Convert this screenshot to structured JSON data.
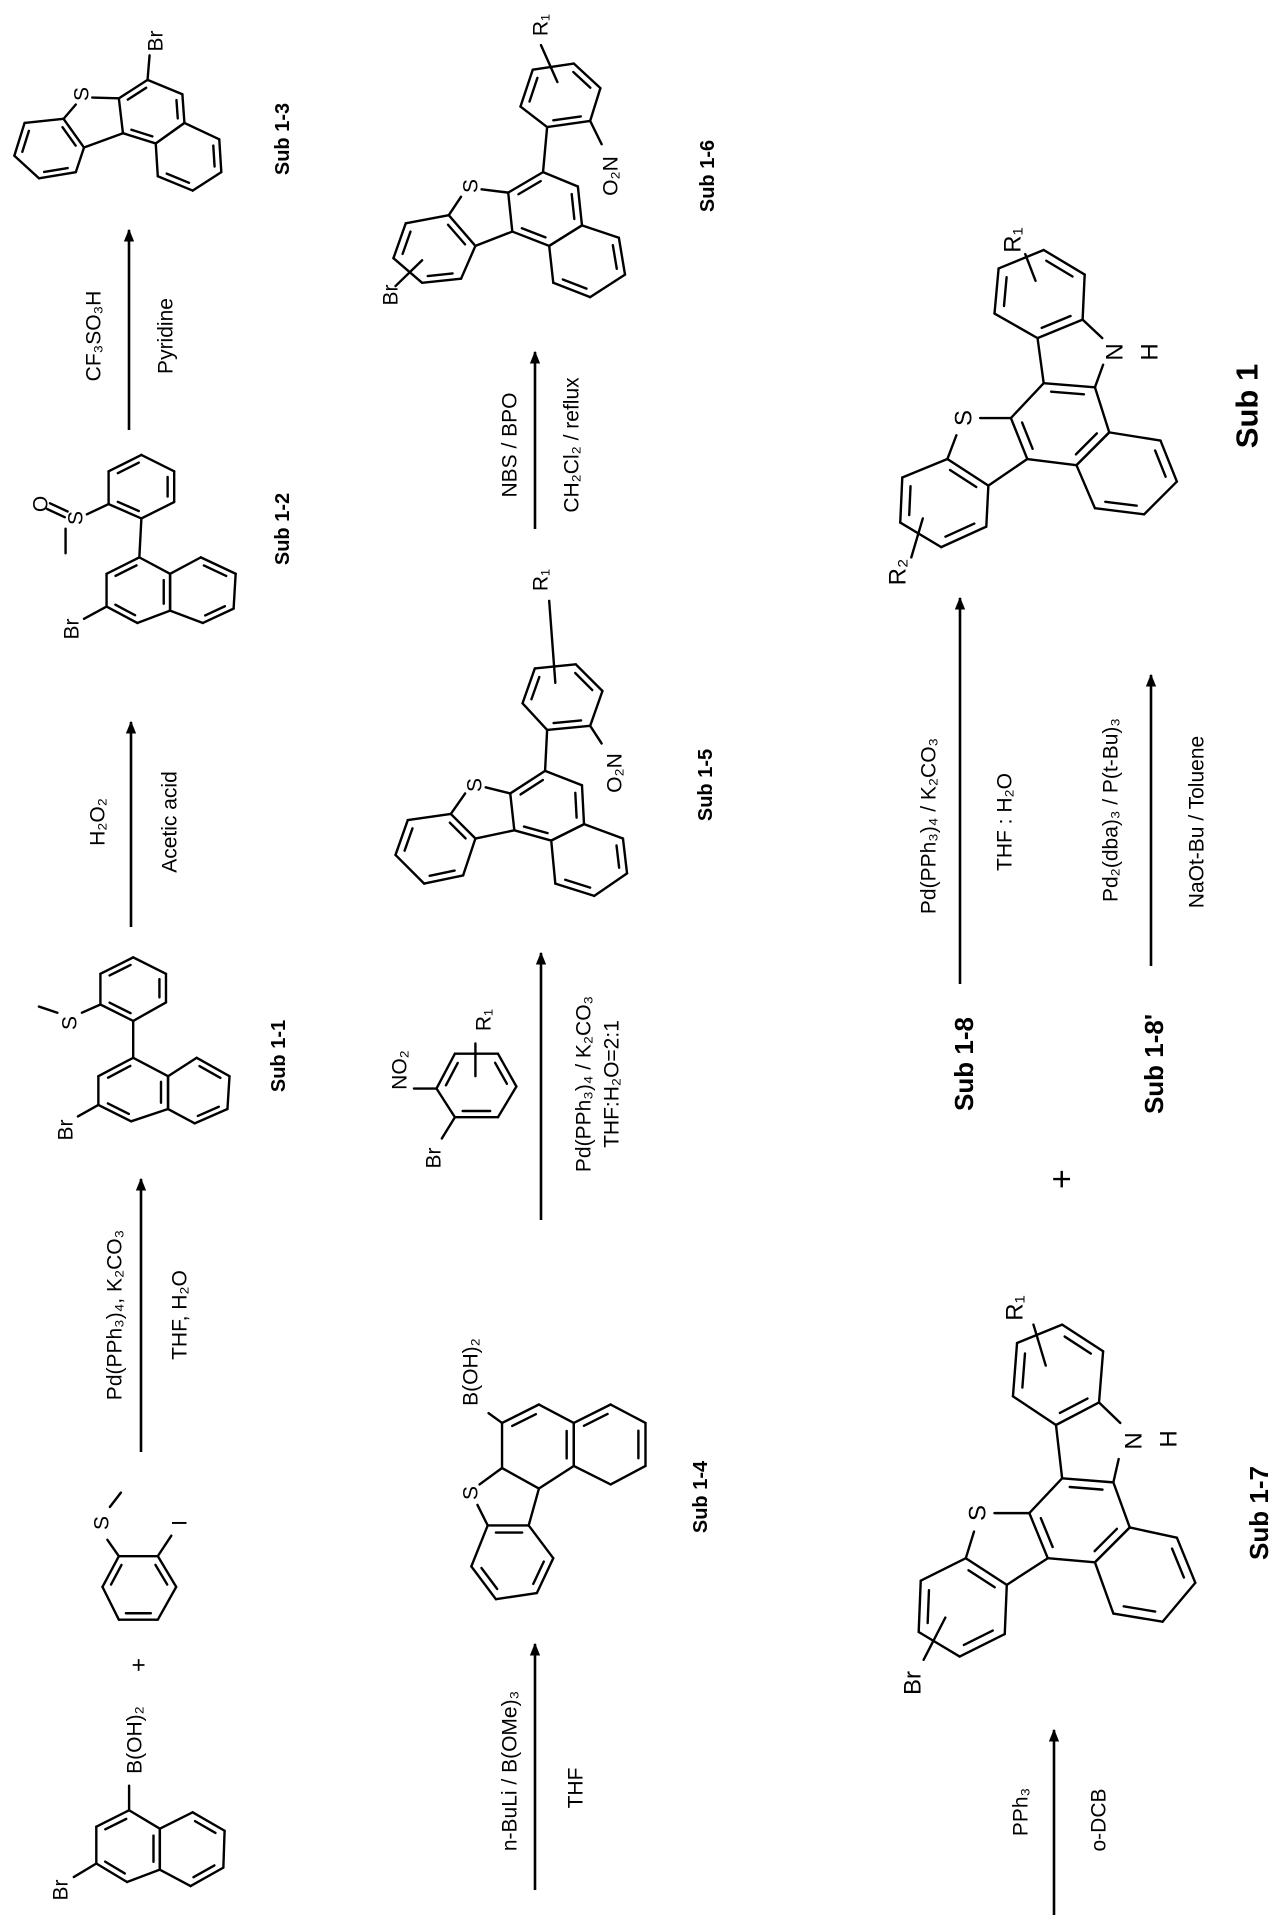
{
  "compounds": {
    "sub_1_1": "Sub 1-1",
    "sub_1_2": "Sub 1-2",
    "sub_1_3": "Sub 1-3",
    "sub_1_4": "Sub 1-4",
    "sub_1_5": "Sub 1-5",
    "sub_1_6": "Sub 1-6",
    "sub_1_7": "Sub 1-7",
    "sub_1_8": "Sub 1-8",
    "sub_1_8p": "Sub 1-8'",
    "sub_1": "Sub 1"
  },
  "reagents": {
    "step1_top": "Pd(PPh₃)₄, K₂CO₃",
    "step1_bottom": "THF, H₂O",
    "step2_top": "H₂O₂",
    "step2_bottom": "Acetic acid",
    "step3_top": "CF₃SO₃H",
    "step3_bottom": "Pyridine",
    "step4_top": "n-BuLi / B(OMe)₃",
    "step4_bottom": "THF",
    "step5_top": "Pd(PPh₃)₄ / K₂CO₃",
    "step5_bottom": "THF:H₂O=2:1",
    "step6_top": "NBS / BPO",
    "step6_bottom": "CH₂Cl₂ / reflux",
    "step7_top": "PPh₃",
    "step7_bottom": "o-DCB",
    "step8_top": "Pd(PPh₃)₄ / K₂CO₃",
    "step8_bottom": "THF : H₂O",
    "step9_top": "Pd₂(dba)₃ / P(t-Bu)₃",
    "step9_bottom": "NaOt-Bu / Toluene"
  },
  "plus": "+",
  "atoms": {
    "br": "Br",
    "s": "S",
    "o": "O",
    "i": "I",
    "n": "N",
    "h": "H",
    "boronic": "B(OH)₂",
    "nitro": "NO₂",
    "nitro_left": "O₂N",
    "r1": "R₁",
    "r2": "R₂"
  }
}
